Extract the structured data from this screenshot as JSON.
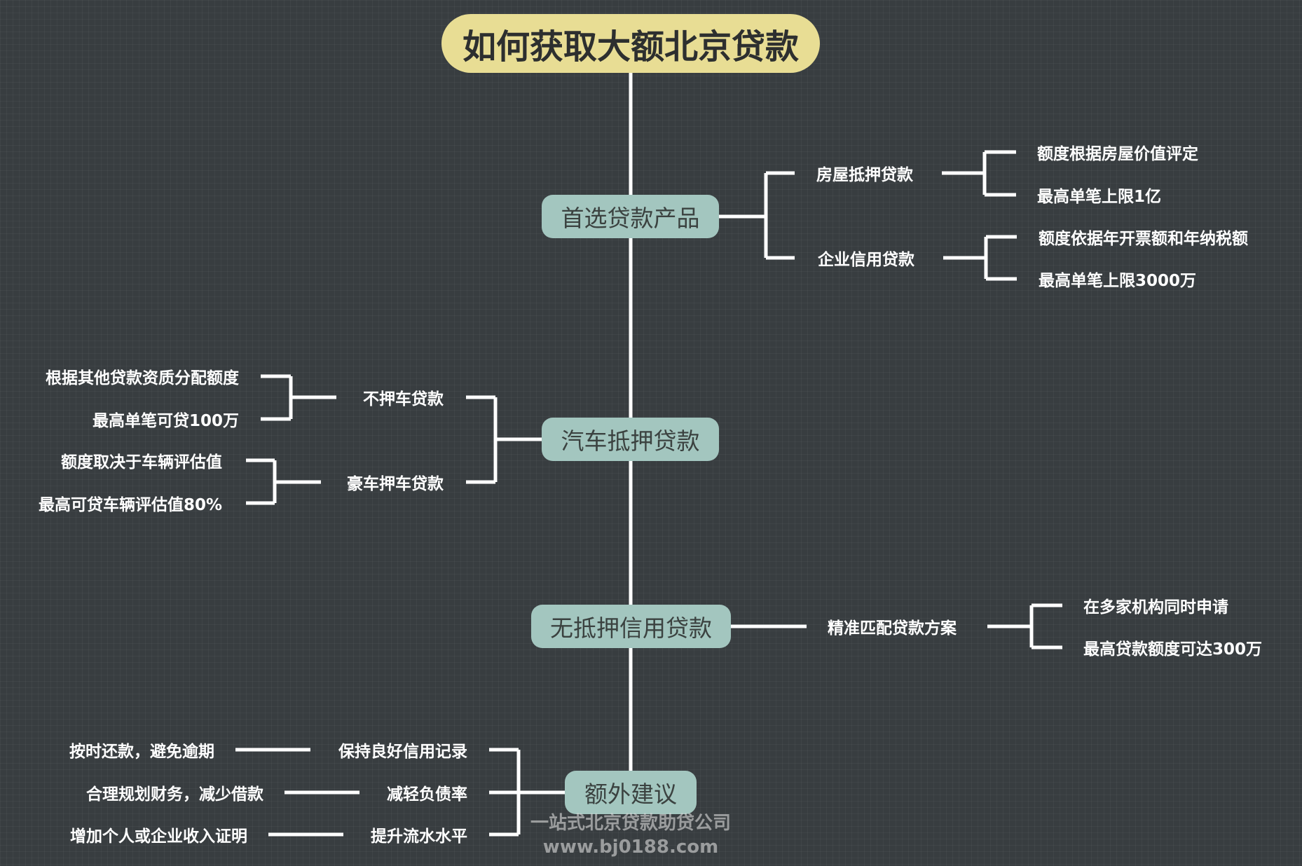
{
  "root": {
    "title": "如何获取大额北京贷款"
  },
  "branches": [
    {
      "label": "首选贷款产品",
      "children": [
        {
          "label": "房屋抵押贷款",
          "leaves": [
            "额度根据房屋价值评定",
            "最高单笔上限1亿"
          ]
        },
        {
          "label": "企业信用贷款",
          "leaves": [
            "额度依据年开票额和年纳税额",
            "最高单笔上限3000万"
          ]
        }
      ]
    },
    {
      "label": "汽车抵押贷款",
      "children": [
        {
          "label": "不押车贷款",
          "leaves": [
            "根据其他贷款资质分配额度",
            "最高单笔可贷100万"
          ]
        },
        {
          "label": "豪车押车贷款",
          "leaves": [
            "额度取决于车辆评估值",
            "最高可贷车辆评估值80%"
          ]
        }
      ]
    },
    {
      "label": "无抵押信用贷款",
      "children": [
        {
          "label": "精准匹配贷款方案",
          "leaves": [
            "在多家机构同时申请",
            "最高贷款额度可达300万"
          ]
        }
      ]
    },
    {
      "label": "额外建议",
      "children": [
        {
          "label": "保持良好信用记录",
          "leaves": [
            "按时还款，避免逾期"
          ]
        },
        {
          "label": "减轻负债率",
          "leaves": [
            "合理规划财务，减少借款"
          ]
        },
        {
          "label": "提升流水水平",
          "leaves": [
            "增加个人或企业收入证明"
          ]
        }
      ]
    }
  ],
  "watermark": {
    "line1": "一站式北京贷款助贷公司",
    "line2": "www.bj0188.com"
  },
  "colors": {
    "background": "#383d40",
    "root_fill": "#e8dd94",
    "branch_fill": "#a3c6bf",
    "connector": "#ffffff"
  }
}
